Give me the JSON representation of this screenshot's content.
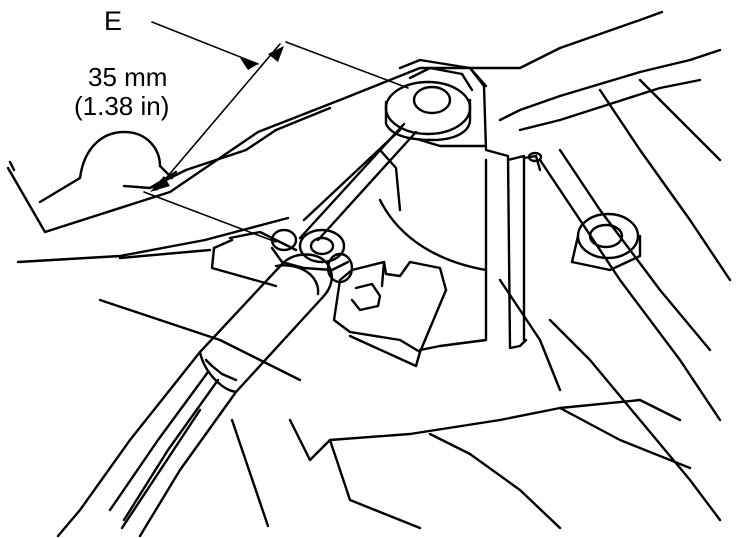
{
  "labels": {
    "callout": "E",
    "measure_metric": "35 mm",
    "measure_imperial": "(1.38 in)"
  },
  "colors": {
    "line": "#000000",
    "background": "#ffffff"
  }
}
